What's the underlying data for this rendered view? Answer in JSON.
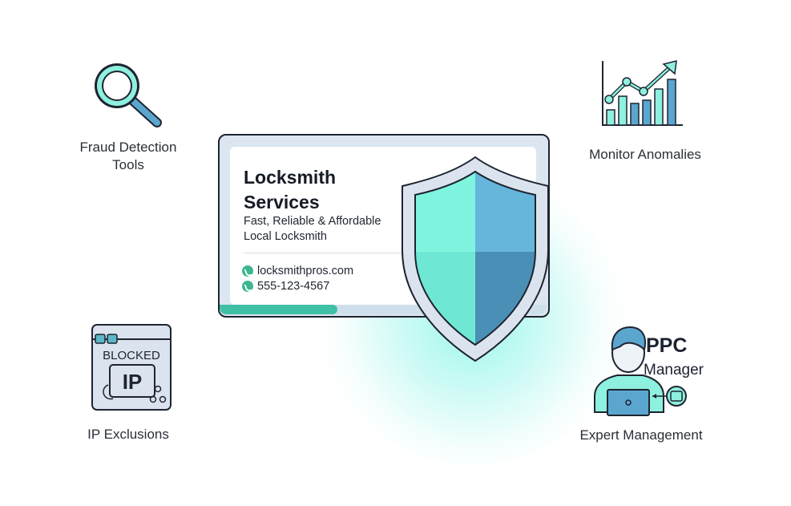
{
  "ad_card": {
    "title_line1": "Locksmith",
    "title_line2": "Services",
    "subtitle_line1": "Fast, Reliable & Affordable",
    "subtitle_line2": "Local Locksmith",
    "website": "locksmithpros.com",
    "phone": "555-123-4567",
    "progress_percent": 36
  },
  "features": {
    "fraud_detection": {
      "line1": "Fraud Detection",
      "line2": "Tools",
      "icon": "magnifying-glass-icon"
    },
    "monitor": {
      "label": "Monitor Anomalies",
      "icon": "bar-chart-trend-icon"
    },
    "ip": {
      "label": "IP Exclusions",
      "icon_text_top": "BLOCKED",
      "icon_text_main": "IP"
    },
    "ppc": {
      "title": "PPC",
      "subtitle": "Manager",
      "label": "Expert Management",
      "icon": "person-laptop-icon"
    }
  },
  "colors": {
    "teal": "#3fbfa6",
    "mint": "#7ef2dd",
    "blue": "#5aa6cf",
    "dark_blue": "#4a8fb6",
    "outline": "#1e2430"
  }
}
